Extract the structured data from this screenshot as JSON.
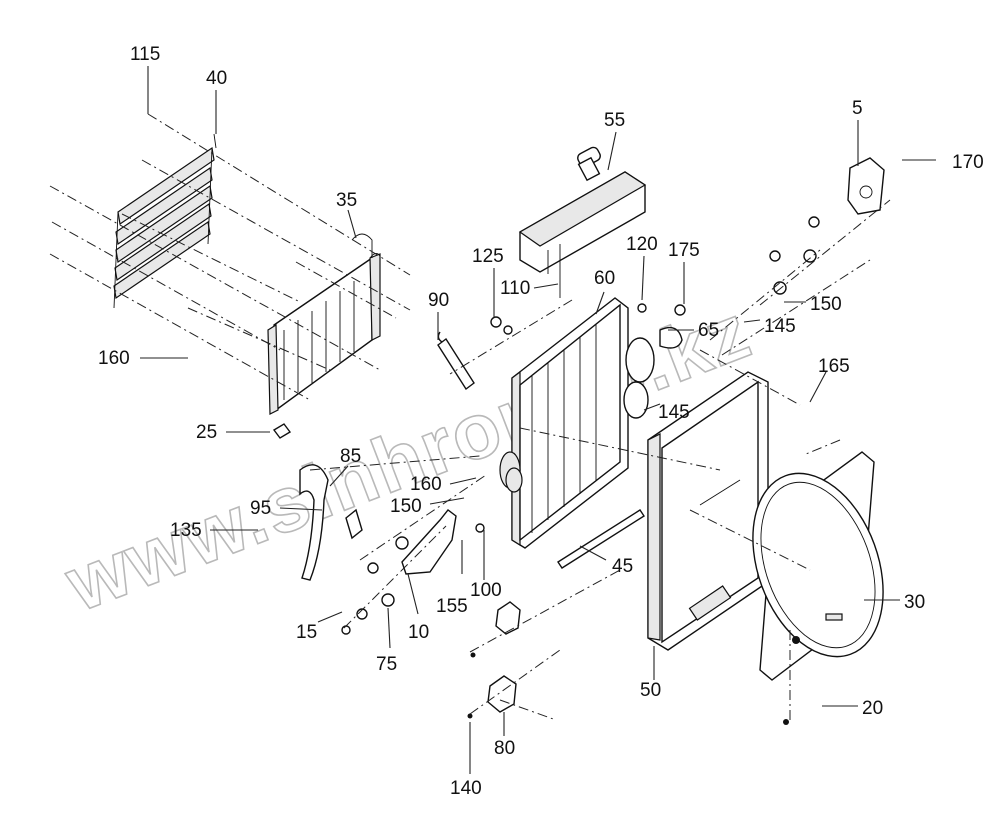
{
  "watermark": "www.sinhron-to.kz",
  "callouts": [
    {
      "id": "c115",
      "text": "115"
    },
    {
      "id": "c40",
      "text": "40"
    },
    {
      "id": "c35",
      "text": "35"
    },
    {
      "id": "c160a",
      "text": "160"
    },
    {
      "id": "c25",
      "text": "25"
    },
    {
      "id": "c85",
      "text": "85"
    },
    {
      "id": "c95",
      "text": "95"
    },
    {
      "id": "c135",
      "text": "135"
    },
    {
      "id": "c15",
      "text": "15"
    },
    {
      "id": "c10",
      "text": "10"
    },
    {
      "id": "c75",
      "text": "75"
    },
    {
      "id": "c90",
      "text": "90"
    },
    {
      "id": "c125",
      "text": "125"
    },
    {
      "id": "c110",
      "text": "110"
    },
    {
      "id": "c55",
      "text": "55"
    },
    {
      "id": "c120",
      "text": "120"
    },
    {
      "id": "c175",
      "text": "175"
    },
    {
      "id": "c60",
      "text": "60"
    },
    {
      "id": "c65",
      "text": "65"
    },
    {
      "id": "c160b",
      "text": "160"
    },
    {
      "id": "c150a",
      "text": "150"
    },
    {
      "id": "c155",
      "text": "155"
    },
    {
      "id": "c100",
      "text": "100"
    },
    {
      "id": "c145a",
      "text": "145"
    },
    {
      "id": "c45",
      "text": "45"
    },
    {
      "id": "c50",
      "text": "50"
    },
    {
      "id": "c80",
      "text": "80"
    },
    {
      "id": "c140",
      "text": "140"
    },
    {
      "id": "c5",
      "text": "5"
    },
    {
      "id": "c170",
      "text": "170"
    },
    {
      "id": "c150b",
      "text": "150"
    },
    {
      "id": "c145b",
      "text": "145"
    },
    {
      "id": "c165",
      "text": "165"
    },
    {
      "id": "c30",
      "text": "30"
    },
    {
      "id": "c20",
      "text": "20"
    }
  ]
}
